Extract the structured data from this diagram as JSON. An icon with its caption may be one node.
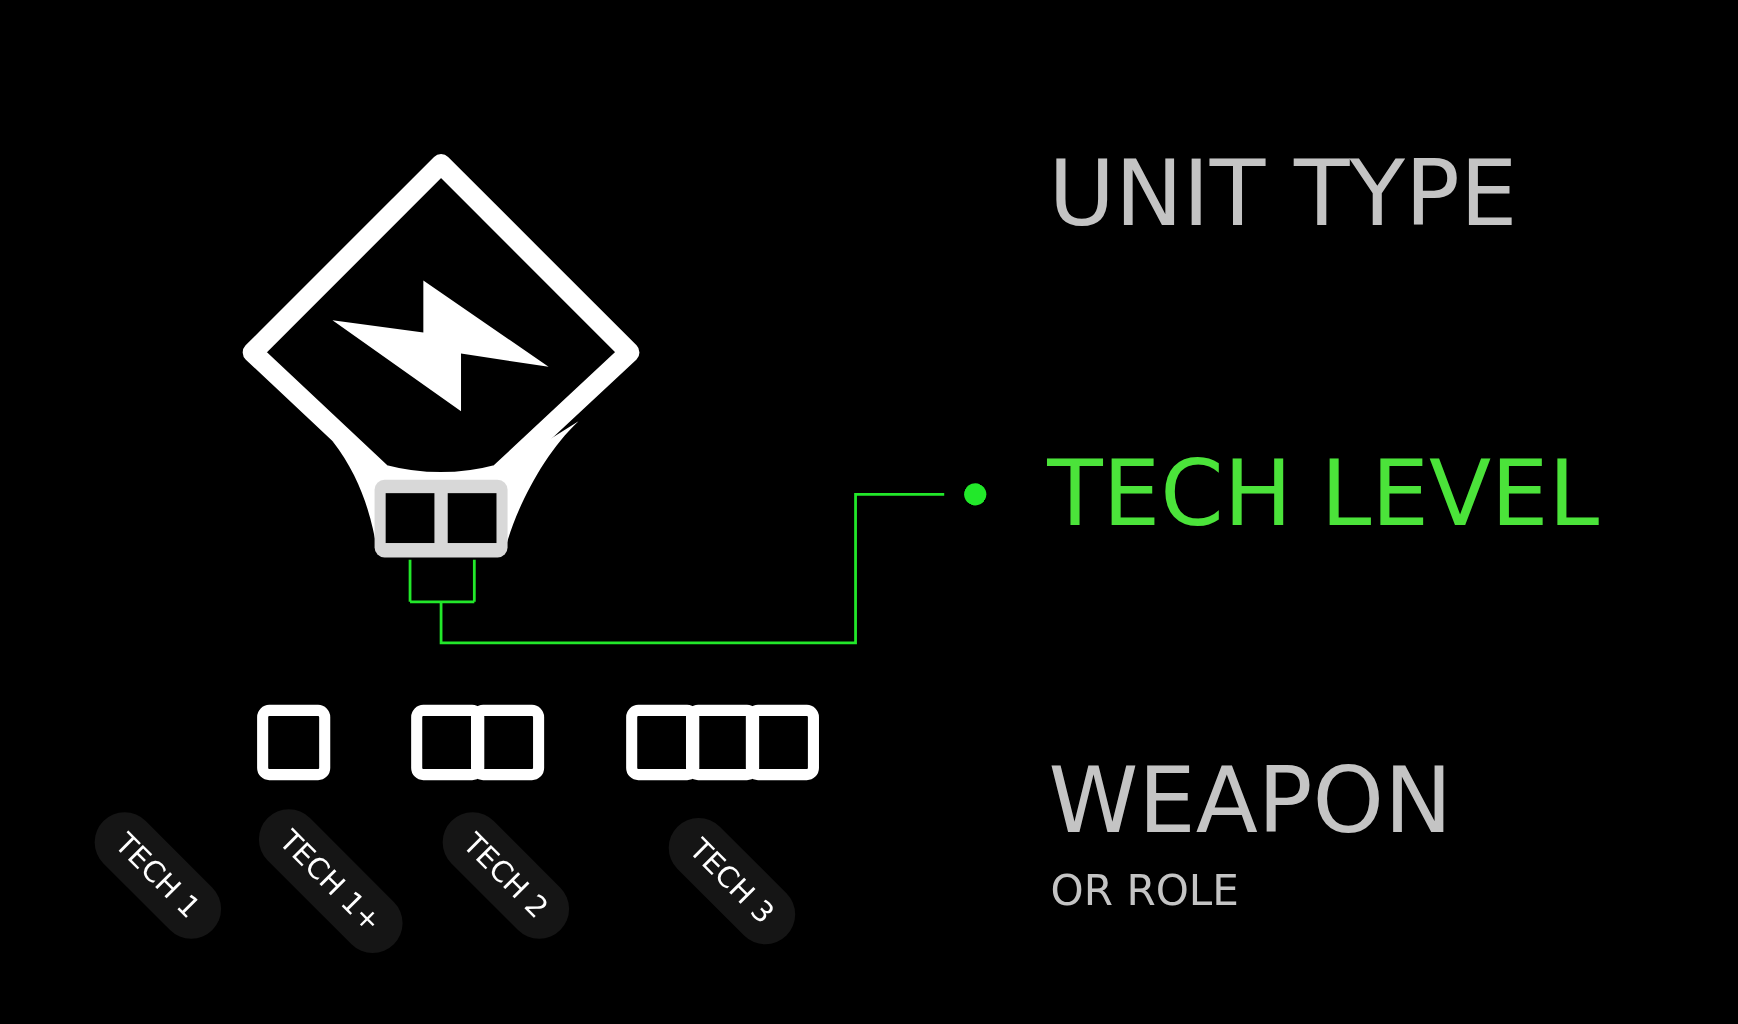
{
  "diagram": {
    "nodes": [
      {
        "text": [],
        "shape": "box"
      },
      {
        "text": [
          "TECH LEVEL"
        ]
      }
    ],
    "edges": [
      {
        "from": 1,
        "to": 0,
        "arrow": "other",
        "color": "#22e82a"
      }
    ],
    "labels": [
      "UNIT TYPE",
      "WEAPON",
      "OR ROLE",
      "TECH 1",
      "TECH 1+",
      "TECH 2",
      "TECH 3"
    ]
  }
}
